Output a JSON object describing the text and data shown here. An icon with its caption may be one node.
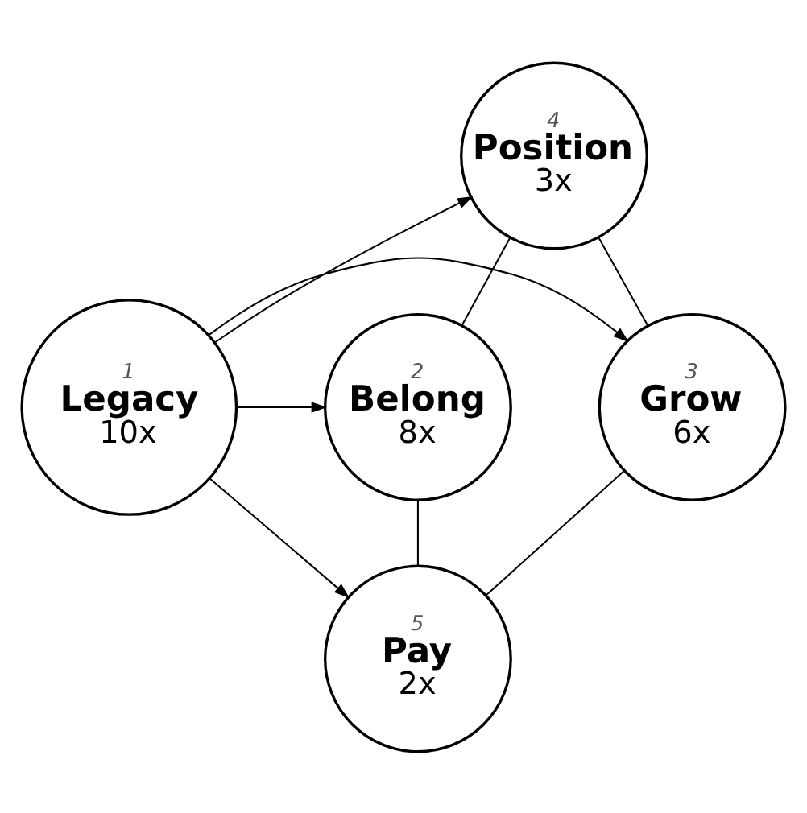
{
  "diagram": {
    "nodes": [
      {
        "text": [
          "4",
          "Position",
          "3x"
        ]
      },
      {
        "text": [
          "3",
          "Grow",
          "6x"
        ]
      },
      {
        "text": [
          "1",
          "Legacy",
          "10x"
        ]
      },
      {
        "text": [
          "2",
          "Belong",
          "8x"
        ]
      },
      {
        "text": [
          "5",
          "Pay",
          "2x"
        ]
      }
    ],
    "edges": [
      {
        "from": 2,
        "to": 0,
        "arrow": "to"
      },
      {
        "from": 2,
        "to": 1,
        "arrow": "to"
      },
      {
        "from": 2,
        "to": 3,
        "arrow": "to"
      },
      {
        "from": 2,
        "to": 4,
        "arrow": "to"
      },
      {
        "from": 0,
        "to": 3,
        "arrow": "none"
      },
      {
        "from": 3,
        "to": 4,
        "arrow": "none"
      },
      {
        "from": 1,
        "to": 4,
        "arrow": "none"
      },
      {
        "from": 0,
        "to": 1,
        "arrow": "none"
      }
    ]
  }
}
